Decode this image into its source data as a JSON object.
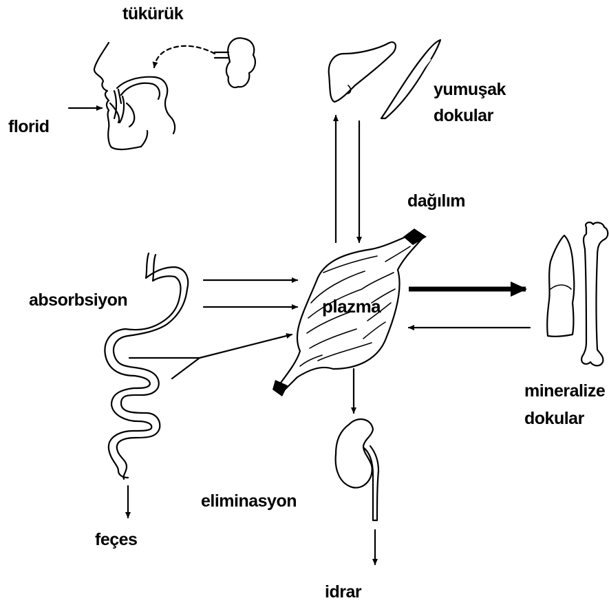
{
  "labels": {
    "saliva": "tükürük",
    "fluoride": "florid",
    "soft_tissues_line1": "yumuşak",
    "soft_tissues_line2": "dokular",
    "distribution": "dağılım",
    "absorption": "absorbsiyon",
    "plasma": "plazma",
    "mineralized_tissues_line1": "mineralize",
    "mineralized_tissues_line2": "dokular",
    "elimination": "eliminasyon",
    "feces": "feçes",
    "urine": "idrar"
  },
  "icons": {
    "head": "head-profile-icon",
    "salivary_gland": "salivary-gland-icon",
    "liver": "liver-icon",
    "muscle": "muscle-icon",
    "plasma_vessel": "plasma-vessel-icon",
    "tooth": "tooth-icon",
    "bone": "bone-icon",
    "digestive_tract": "digestive-tract-icon",
    "kidney": "kidney-icon"
  }
}
